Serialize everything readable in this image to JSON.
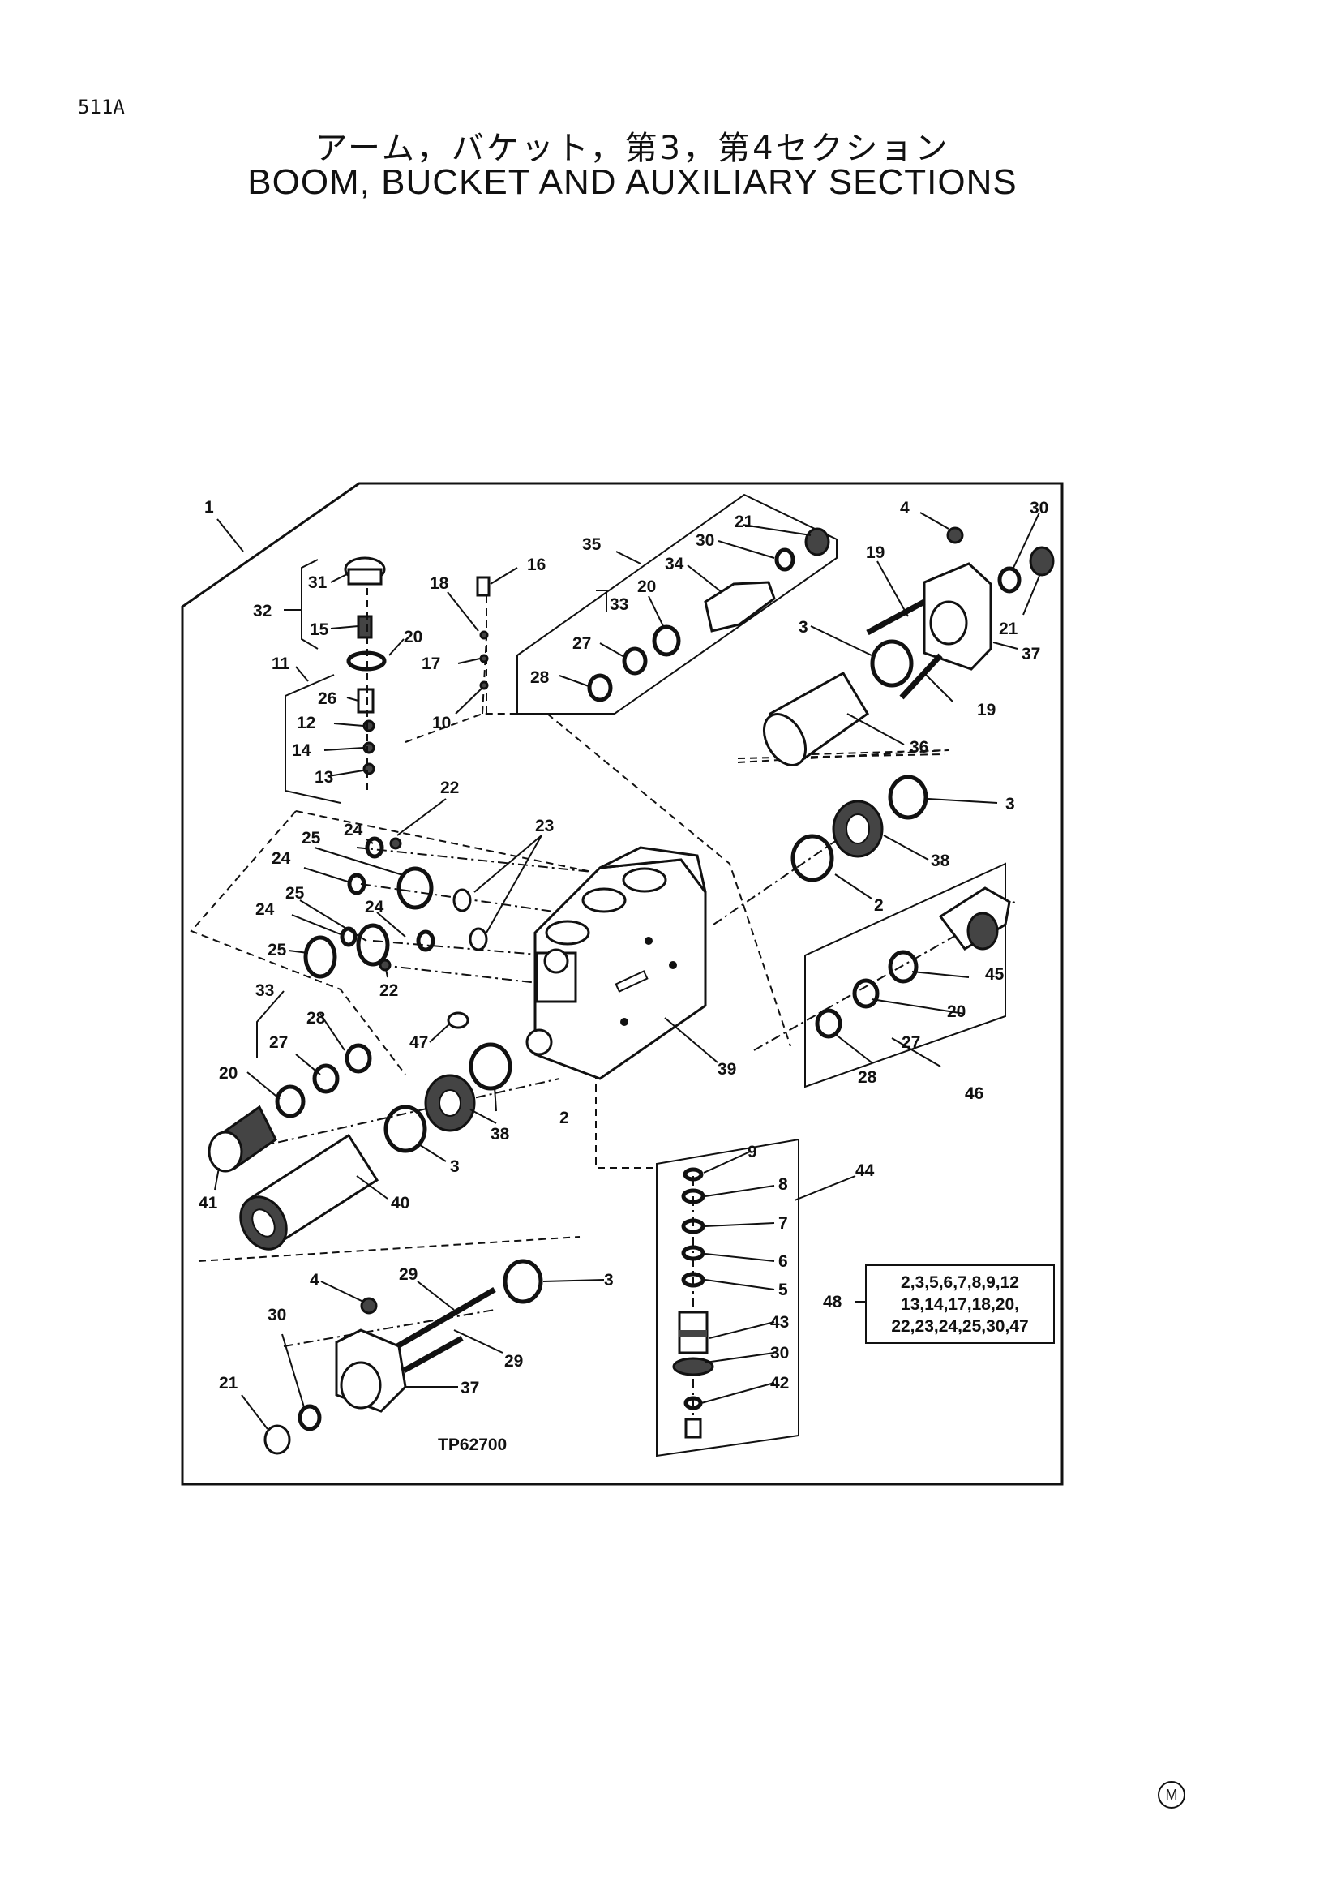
{
  "page_code": "511A",
  "title_jp": "アーム，バケット，第3，第4セクション",
  "title_en": "BOOM, BUCKET AND AUXILIARY SECTIONS",
  "drawing_number": "TP62700",
  "kit_note": {
    "item": "48",
    "lines": [
      "2,3,5,6,7,8,9,12",
      "13,14,17,18,20,",
      "22,23,24,25,30,47"
    ]
  },
  "callouts": {
    "c1": "1",
    "c31": "31",
    "c32": "32",
    "c15": "15",
    "c20a": "20",
    "c11": "11",
    "c26": "26",
    "c12": "12",
    "c14": "14",
    "c13": "13",
    "c18": "18",
    "c16": "16",
    "c17": "17",
    "c10": "10",
    "c35": "35",
    "c21a": "21",
    "c30a": "30",
    "c34": "34",
    "c33a": "33",
    "c20b": "20",
    "c27a": "27",
    "c28a": "28",
    "c4a": "4",
    "c30b": "30",
    "c19a": "19",
    "c3a": "3",
    "c21b": "21",
    "c37a": "37",
    "c19b": "19",
    "c36": "36",
    "c3b": "3",
    "c38a": "38",
    "c2a": "2",
    "c22a": "22",
    "c24a": "24",
    "c23": "23",
    "c25a": "25",
    "c24b": "24",
    "c25b": "25",
    "c24c": "24",
    "c24d": "24",
    "c25c": "25",
    "c22b": "22",
    "c45": "45",
    "c20c": "20",
    "c27b": "27",
    "c28b": "28",
    "c46": "46",
    "c33b": "33",
    "c28c": "28",
    "c27c": "27",
    "c47": "47",
    "c39": "39",
    "c20d": "20",
    "c38b": "38",
    "c2b": "2",
    "c3c": "3",
    "c41": "41",
    "c40": "40",
    "c9": "9",
    "c8": "8",
    "c7": "7",
    "c6": "6",
    "c5": "5",
    "c43": "43",
    "c30c": "30",
    "c42": "42",
    "c44": "44",
    "c48": "48",
    "c4b": "4",
    "c29a": "29",
    "c3d": "3",
    "c30d": "30",
    "c29b": "29",
    "c21c": "21",
    "c37b": "37"
  },
  "trademark": "M"
}
